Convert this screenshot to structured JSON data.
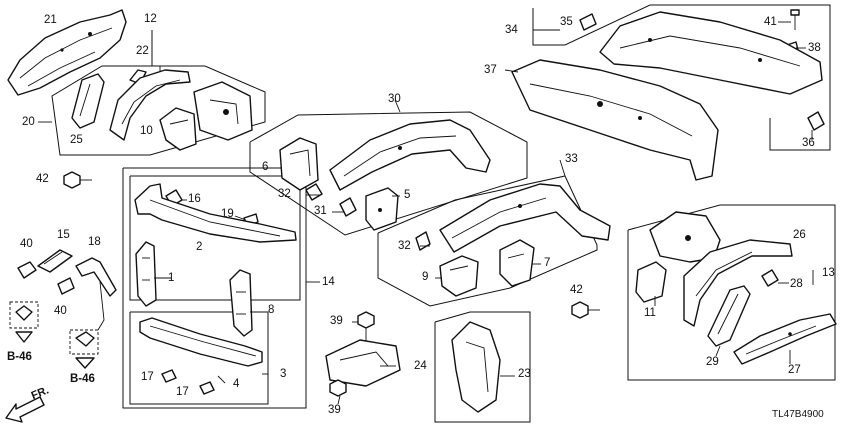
{
  "callouts": {
    "c1": "1",
    "c2": "2",
    "c3": "3",
    "c4": "4",
    "c5": "5",
    "c6": "6",
    "c7": "7",
    "c8": "8",
    "c9": "9",
    "c10": "10",
    "c11": "11",
    "c12": "12",
    "c13": "13",
    "c14": "14",
    "c15": "15",
    "c16": "16",
    "c17": "17",
    "c18": "18",
    "c19": "19",
    "c20": "20",
    "c21": "21",
    "c22": "22",
    "c23": "23",
    "c24": "24",
    "c25": "25",
    "c26": "26",
    "c27": "27",
    "c28": "28",
    "c29": "29",
    "c30": "30",
    "c31": "31",
    "c32": "32",
    "c33": "33",
    "c34": "34",
    "c35": "35",
    "c36": "36",
    "c37": "37",
    "c38": "38",
    "c39": "39",
    "c40": "40",
    "c41": "41",
    "c42": "42"
  },
  "references": {
    "b46": "B-46"
  },
  "direction": {
    "front": "FR."
  },
  "diagram_code": "TL47B4900"
}
